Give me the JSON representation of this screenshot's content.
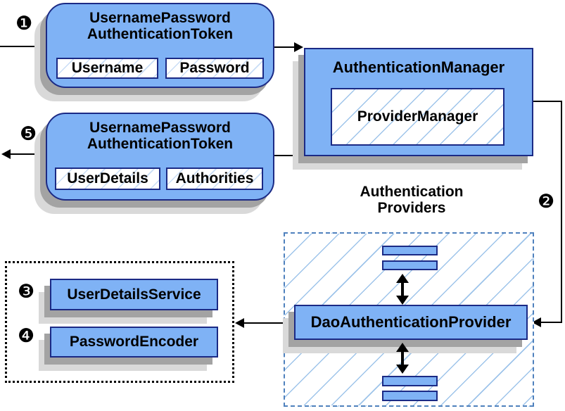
{
  "diagram": {
    "steps": {
      "one": "❶",
      "two": "❷",
      "three": "❸",
      "four": "❹",
      "five": "❺"
    },
    "request_token": {
      "title_line1": "UsernamePassword",
      "title_line2": "AuthenticationToken",
      "fields": [
        "Username",
        "Password"
      ]
    },
    "authentication_manager": {
      "title": "AuthenticationManager",
      "inner": "ProviderManager"
    },
    "result_token": {
      "title_line1": "UsernamePassword",
      "title_line2": "AuthenticationToken",
      "fields": [
        "UserDetails",
        "Authorities"
      ]
    },
    "providers": {
      "label_line1": "Authentication",
      "label_line2": "Providers",
      "provider": "DaoAuthenticationProvider"
    },
    "services": {
      "items": [
        "UserDetailsService",
        "PasswordEncoder"
      ]
    },
    "colors": {
      "node_fill": "#7fb2f5",
      "node_border": "#1b2a85",
      "hatch_line": "#9ec4ea",
      "dashed_border": "#4f81bd",
      "shadow_dark": "#a3a3a3",
      "shadow_light": "#d9d9d9",
      "connector": "#000000"
    }
  }
}
